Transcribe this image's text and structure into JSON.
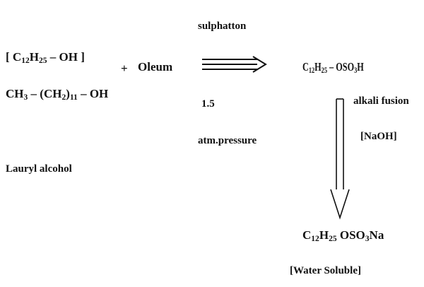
{
  "reactant": {
    "formula_bracket_open": "[",
    "formula_c": "C",
    "formula_c_sub": "12",
    "formula_h": "H",
    "formula_h_sub": "25",
    "formula_tail": " – OH ]",
    "structure_head": "CH",
    "structure_head_sub": "3",
    "structure_mid": " – (CH",
    "structure_mid_sub": "2",
    "structure_close": ")",
    "structure_n_sub": "11",
    "structure_tail": " – OH",
    "name": "Lauryl alcohol"
  },
  "reagent": {
    "plus": "+",
    "name": "Oleum"
  },
  "conditions": {
    "process": "sulphatton",
    "value": "1.5",
    "pressure": "atm.pressure"
  },
  "intermediate": {
    "c": "C",
    "c_sub": "12",
    "h": "H",
    "h_sub": "25",
    "tail_a": " – OSO",
    "tail_sub": "3",
    "tail_b": "H"
  },
  "fusion": {
    "label": "alkali fusion",
    "reagent": "[NaOH]"
  },
  "product": {
    "c": "C",
    "c_sub": "12",
    "h": "H",
    "h_sub": "25",
    "tail_a": " OSO",
    "tail_sub": "3",
    "tail_b": "Na",
    "note": "[Water Soluble]"
  },
  "colors": {
    "text": "#111111",
    "background": "#ffffff"
  }
}
